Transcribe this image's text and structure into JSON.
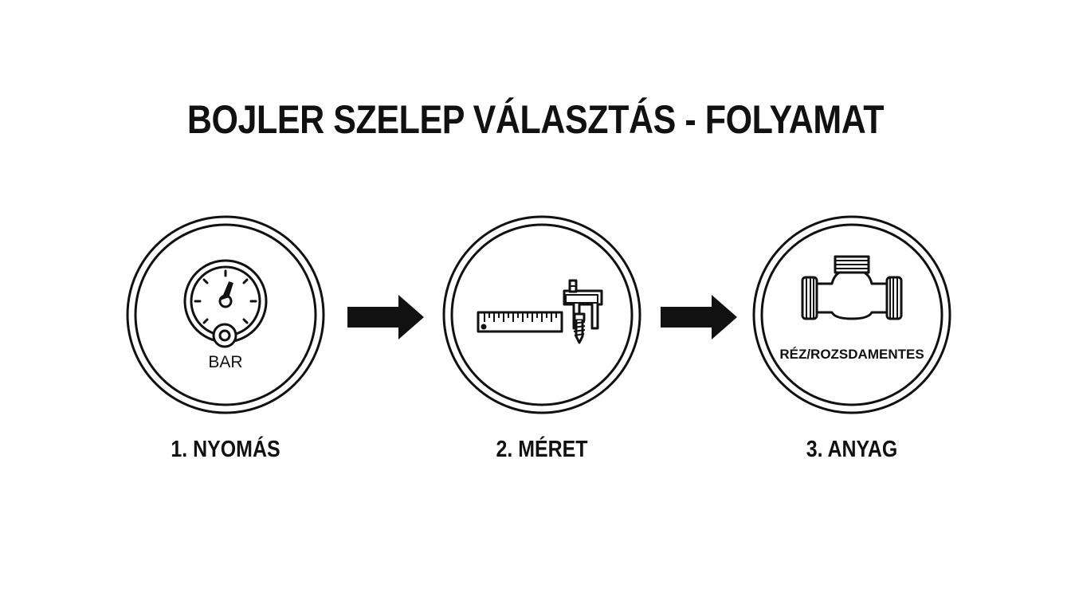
{
  "title": "BOJLER SZELEP VÁLASZTÁS - FOLYAMAT",
  "steps": [
    {
      "label": "1. NYOMÁS",
      "icon": "pressure-gauge-icon",
      "inner_text": "BAR"
    },
    {
      "label": "2. MÉRET",
      "icon": "ruler-caliper-icon",
      "inner_text": ""
    },
    {
      "label": "3. ANYAG",
      "icon": "pipe-fitting-icon",
      "inner_text": "RÉZ/ROZSDAMENTES"
    }
  ],
  "colors": {
    "stroke": "#111111",
    "background": "#ffffff"
  }
}
